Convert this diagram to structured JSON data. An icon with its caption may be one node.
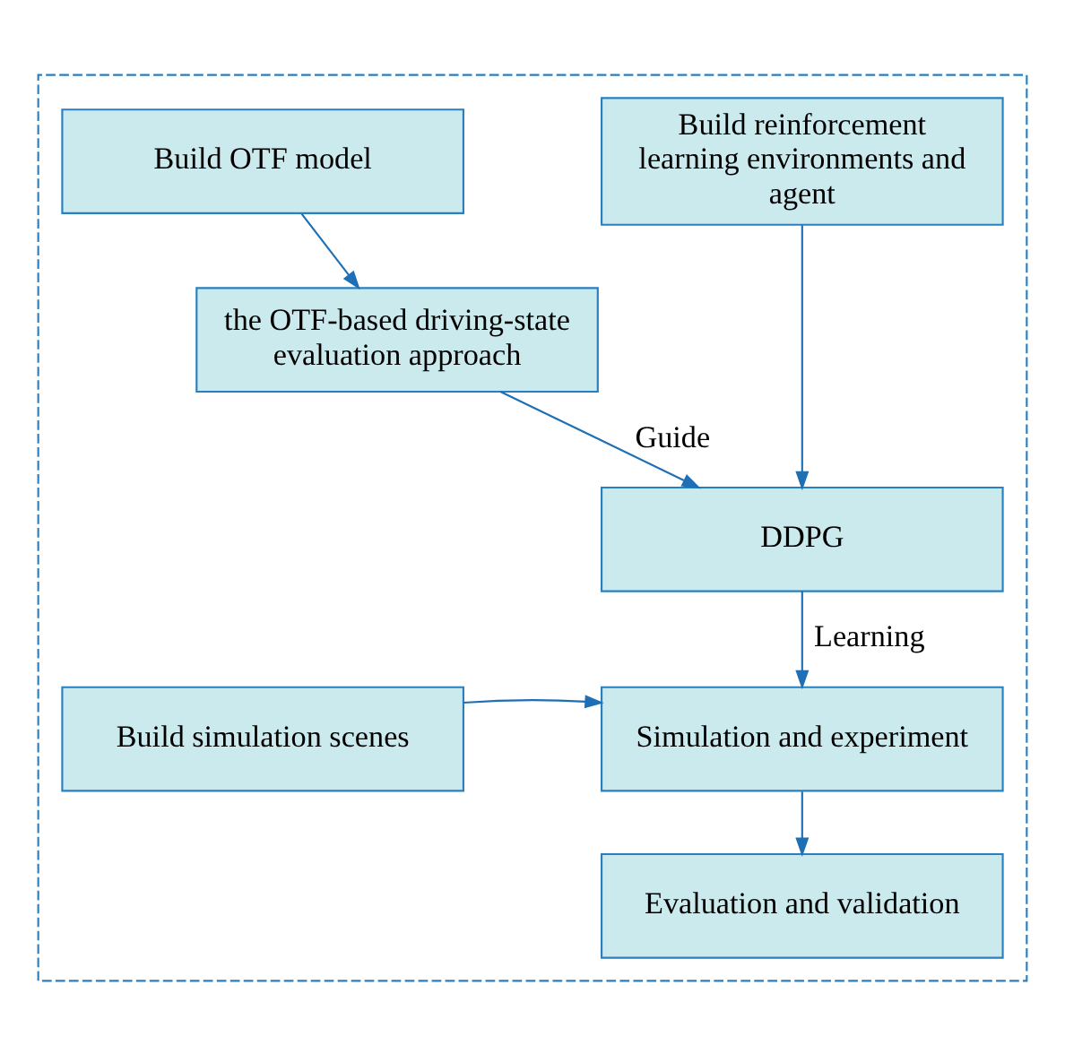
{
  "diagram": {
    "nodes": [
      {
        "text": [],
        "shape": "box"
      },
      {
        "text": [
          "Build OTF model"
        ],
        "in": 0
      },
      {
        "text": [
          "Build reinforcement learning environments and agent"
        ],
        "in": 0
      },
      {
        "text": [
          "the OTF-based driving-state evaluation approach"
        ],
        "in": 0
      },
      {
        "text": [
          "DDPG"
        ],
        "in": 0
      },
      {
        "text": [
          "Simulation and experiment"
        ],
        "in": 0
      },
      {
        "text": [
          "Build simulation scenes"
        ],
        "in": 0
      },
      {
        "text": [
          "Evaluation and validation"
        ],
        "in": 0
      }
    ],
    "edges": [
      {
        "from": 1,
        "to": 3,
        "arrow": "to"
      },
      {
        "from": 3,
        "to": 4,
        "arrow": "to",
        "label": "Guide"
      },
      {
        "from": 2,
        "to": 4,
        "arrow": "to"
      },
      {
        "from": 4,
        "to": 5,
        "arrow": "to",
        "label": "Learning"
      },
      {
        "from": 6,
        "to": 5,
        "arrow": "to"
      },
      {
        "from": 5,
        "to": 7,
        "arrow": "to"
      }
    ]
  }
}
